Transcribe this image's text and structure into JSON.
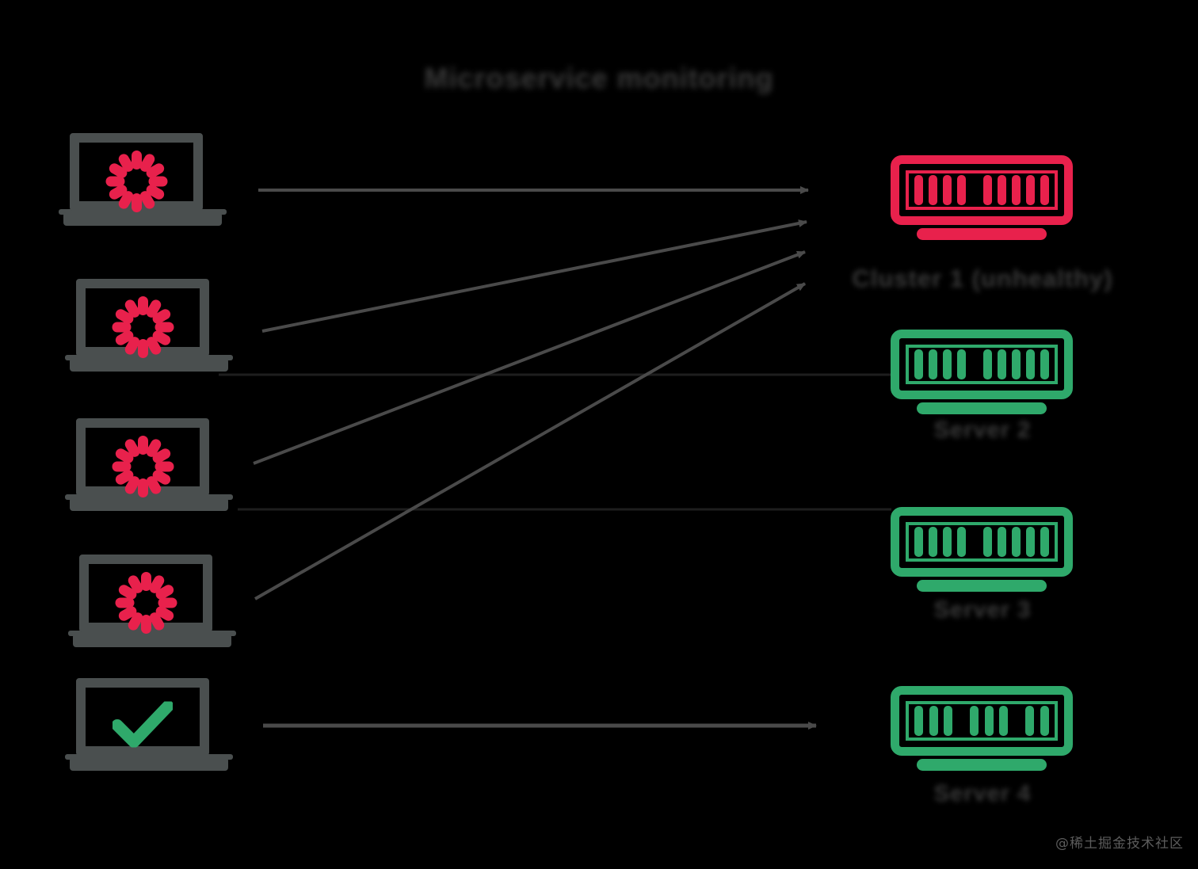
{
  "title": "Microservice monitoring",
  "cluster_label": "Cluster 1 (unhealthy)",
  "clients": [
    {
      "name": "client-1",
      "state": "loading",
      "icon": "spinner-icon"
    },
    {
      "name": "client-2",
      "state": "loading",
      "icon": "spinner-icon"
    },
    {
      "name": "client-3",
      "state": "loading",
      "icon": "spinner-icon"
    },
    {
      "name": "client-4",
      "state": "loading",
      "icon": "spinner-icon"
    },
    {
      "name": "client-5",
      "state": "ok",
      "icon": "check-icon"
    }
  ],
  "servers": [
    {
      "name": "server-1",
      "label": "",
      "status": "down",
      "color": "#E8214C"
    },
    {
      "name": "server-2",
      "label": "Server 2",
      "status": "up",
      "color": "#2FA96B"
    },
    {
      "name": "server-3",
      "label": "Server 3",
      "status": "up",
      "color": "#2FA96B"
    },
    {
      "name": "server-4",
      "label": "Server 4",
      "status": "up",
      "color": "#2FA96B"
    }
  ],
  "colors": {
    "background": "#000000",
    "device_frame": "#4a4f4f",
    "error": "#E8214C",
    "ok": "#2FA96B",
    "wire": "#474747",
    "text": "#3a3a3a"
  },
  "watermark": "@稀土掘金技术社区"
}
